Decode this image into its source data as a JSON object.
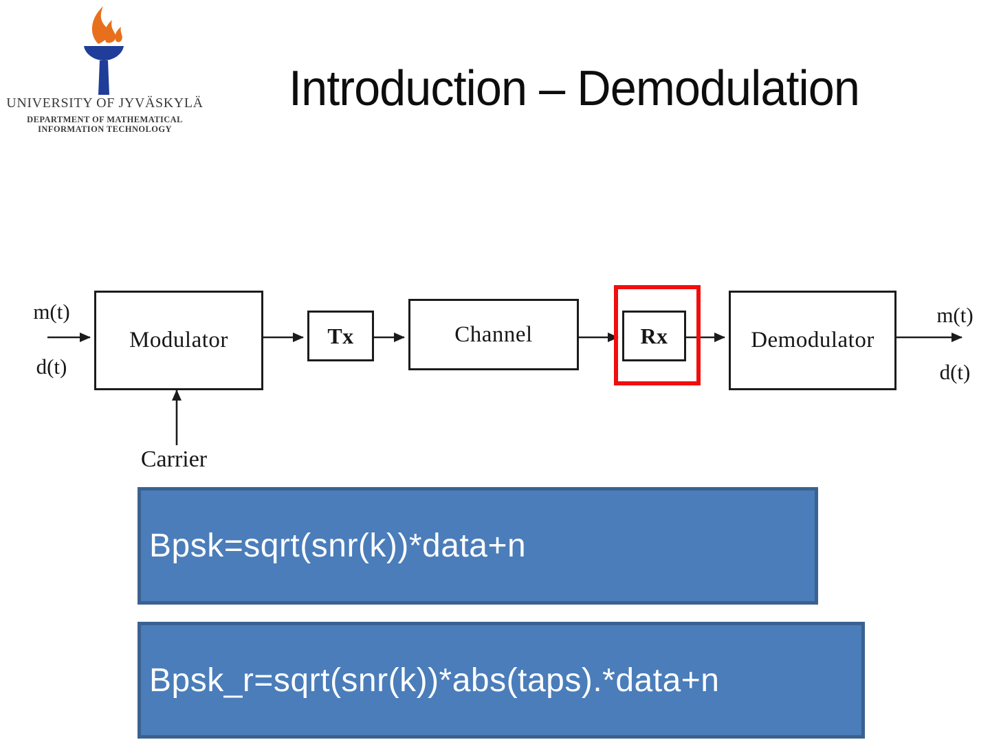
{
  "slide": {
    "logo": {
      "institution": "UNIVERSITY OF JYVÄSKYLÄ",
      "department_line1": "DEPARTMENT OF MATHEMATICAL",
      "department_line2": "INFORMATION TECHNOLOGY",
      "flame_color": "#e8701c",
      "torch_color": "#1f3d99",
      "text_color": "#3a3a3c"
    },
    "title": "Introduction – Demodulation",
    "diagram": {
      "input_label_top": "m(t)",
      "input_label_bottom": "d(t)",
      "blocks": {
        "modulator": "Modulator",
        "tx": "Tx",
        "channel": "Channel",
        "rx": "Rx",
        "demodulator": "Demodulator"
      },
      "carrier_label": "Carrier",
      "output_label_top": "m(t)",
      "output_label_bottom": "d(t)",
      "highlight_color": "#f20d0d",
      "line_color": "#1b1b1b"
    },
    "code_boxes": {
      "box1": "Bpsk=sqrt(snr(k))*data+n",
      "box2": "Bpsk_r=sqrt(snr(k))*abs(taps).*data+n",
      "fill_color": "#4a7dba",
      "border_color": "#3b6191",
      "text_color": "#ffffff"
    }
  }
}
